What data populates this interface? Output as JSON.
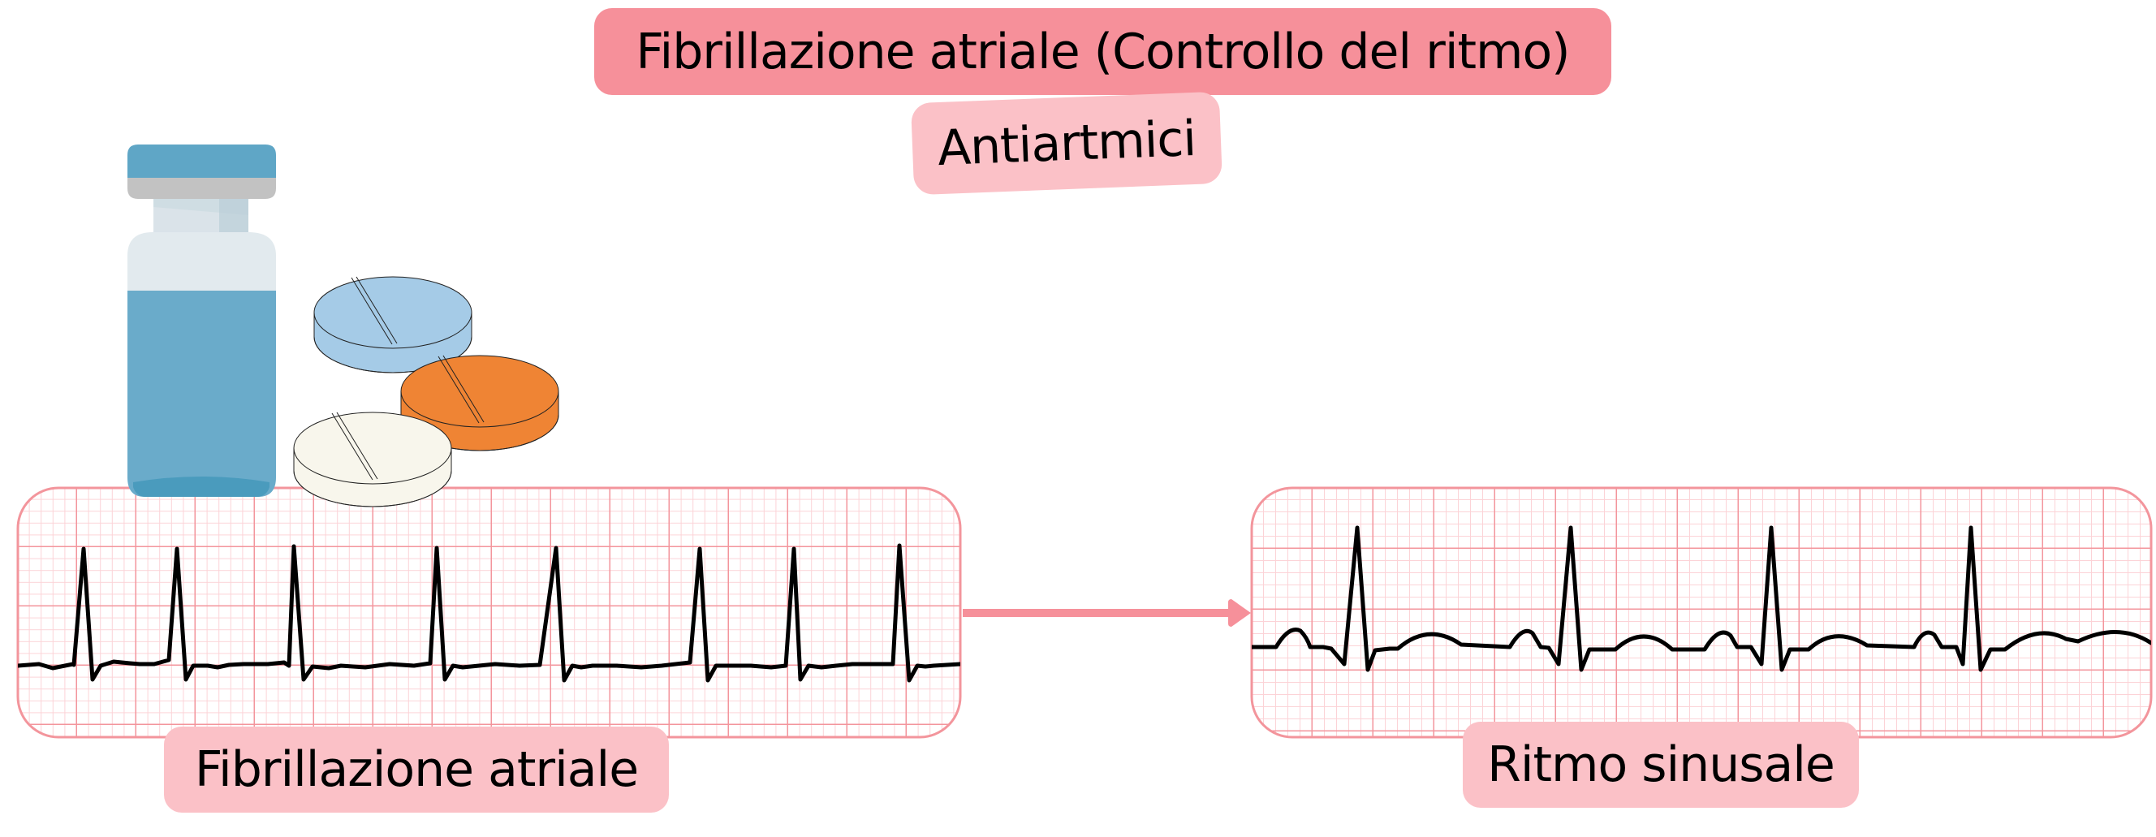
{
  "title": "Fibrillazione atriale (Controllo del ritmo)",
  "subtitle": "Antiartmici",
  "panels": {
    "left": {
      "label": "Fibrillazione atriale",
      "rhythm": "irregular"
    },
    "right": {
      "label": "Ritmo sinusale",
      "rhythm": "regular"
    }
  },
  "icons": {
    "vial": "vial-icon",
    "pills": [
      "pill-blue-icon",
      "pill-orange-icon",
      "pill-white-icon"
    ],
    "arrow": "arrow-right-icon"
  },
  "colors": {
    "title_bg": "#f6909a",
    "label_bg": "#fbc1c7",
    "grid_major": "#f3959c",
    "grid_minor": "#fcd3d7",
    "trace": "#000000",
    "vial_liquid": "#6aabca",
    "vial_glass": "#e2eaee",
    "vial_cap": "#5fa6c6",
    "vial_band": "#c2c2c2",
    "pill_blue": "#a5cbe7",
    "pill_orange": "#ef8434",
    "pill_white": "#f8f6ec",
    "arrow": "#f6909a"
  }
}
